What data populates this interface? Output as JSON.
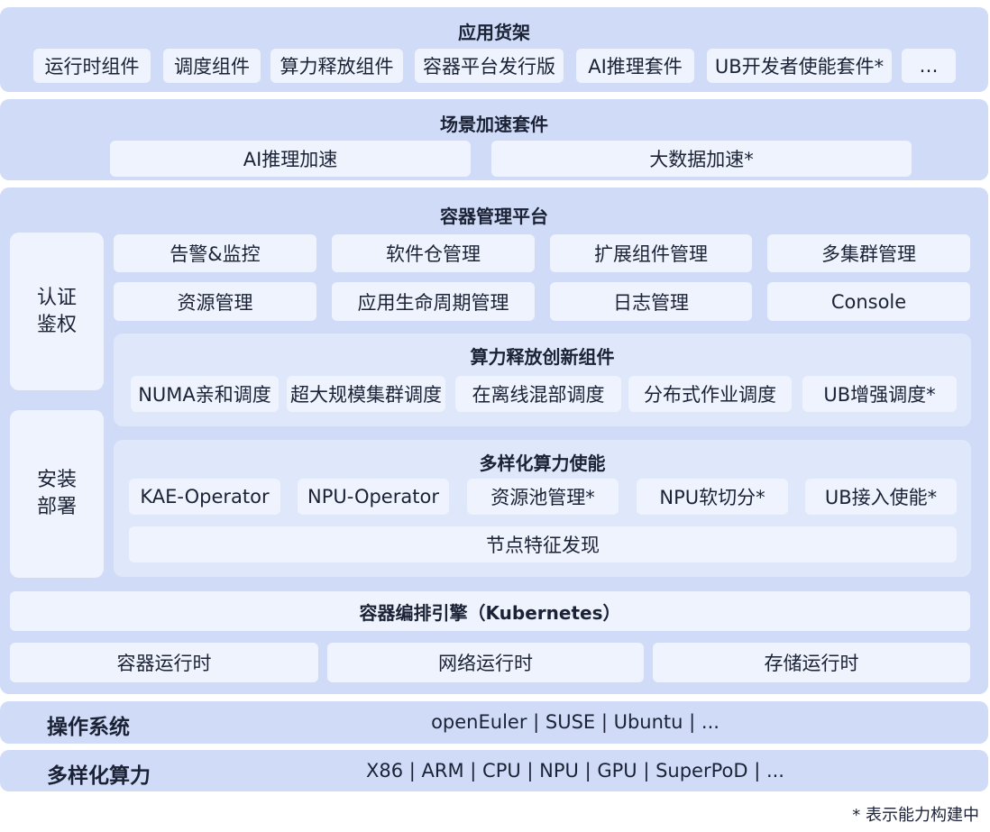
{
  "app_shelf": {
    "title": "应用货架",
    "items": [
      "运行时组件",
      "调度组件",
      "算力释放组件",
      "容器平台发行版",
      "AI推理套件",
      "UB开发者使能套件*",
      "…"
    ]
  },
  "scene_accel": {
    "title": "场景加速套件",
    "items": [
      "AI推理加速",
      "大数据加速*"
    ]
  },
  "container_platform": {
    "title": "容器管理平台",
    "side": [
      "认证\n鉴权",
      "安装\n部署"
    ],
    "grid": [
      "告警&监控",
      "软件仓管理",
      "扩展组件管理",
      "多集群管理",
      "资源管理",
      "应用生命周期管理",
      "日志管理",
      "Console"
    ],
    "innovation": {
      "title": "算力释放创新组件",
      "items": [
        "NUMA亲和调度",
        "超大规模集群调度",
        "在离线混部调度",
        "分布式作业调度",
        "UB增强调度*"
      ]
    },
    "diverse": {
      "title": "多样化算力使能",
      "items": [
        "KAE-Operator",
        "NPU-Operator",
        "资源池管理*",
        "NPU软切分*",
        "UB接入使能*"
      ],
      "wide": "节点特征发现"
    },
    "k8s": "容器编排引擎（Kubernetes）",
    "runtimes": [
      "容器运行时",
      "网络运行时",
      "存储运行时"
    ]
  },
  "os": {
    "label": "操作系统",
    "value": "openEuler | SUSE | Ubuntu | ..."
  },
  "compute": {
    "label": "多样化算力",
    "value": "X86 | ARM | CPU | NPU | GPU | SuperPoD | ..."
  },
  "footnote": "* 表示能力构建中"
}
